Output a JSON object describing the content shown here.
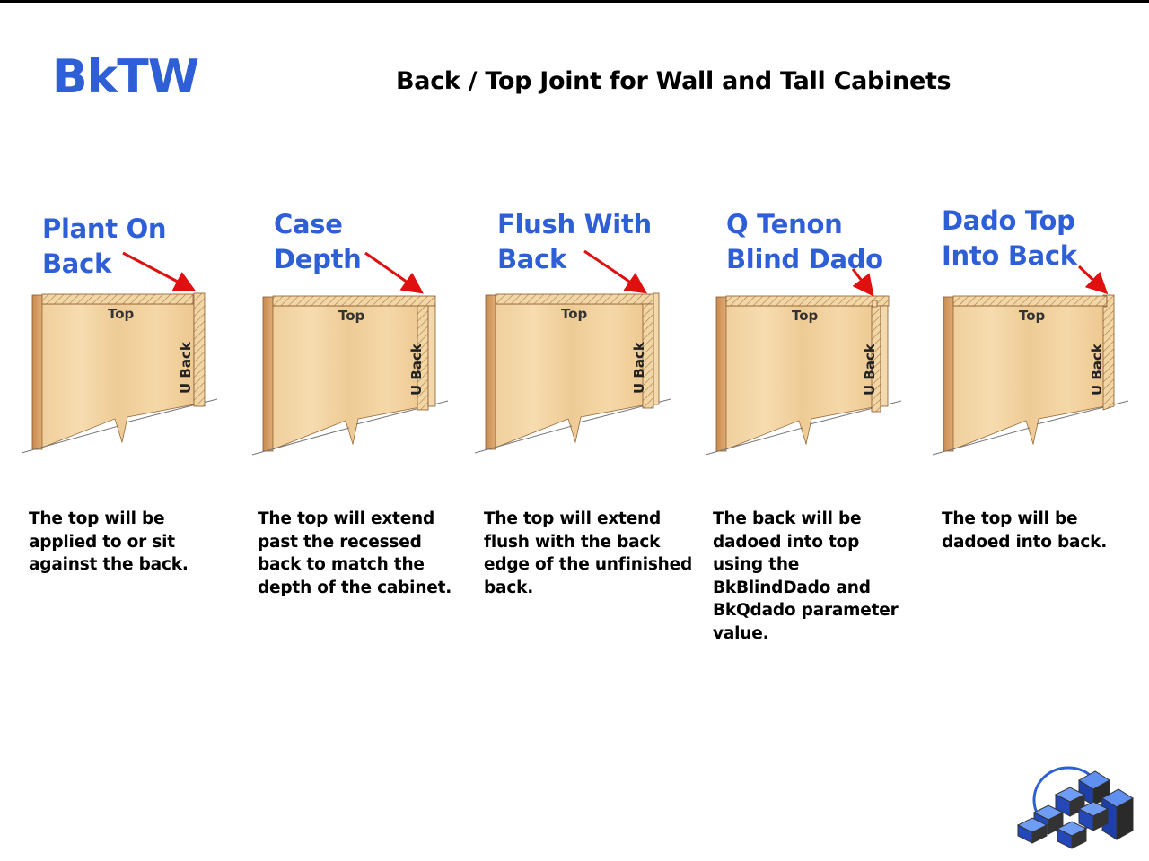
{
  "header": {
    "code": "BkTW",
    "title": "Back / Top Joint for Wall and Tall Cabinets"
  },
  "options": [
    {
      "heading": [
        "Plant On",
        "Back"
      ],
      "top_label": "Top",
      "back_label": "U Back",
      "description": [
        "The top will be",
        "applied to or sit",
        "against the back."
      ]
    },
    {
      "heading": [
        "Case",
        "Depth"
      ],
      "top_label": "Top",
      "back_label": "U Back",
      "description": [
        "The top will extend",
        "past the recessed",
        "back to match the",
        "depth of the cabinet."
      ]
    },
    {
      "heading": [
        "Flush With",
        "Back"
      ],
      "top_label": "Top",
      "back_label": "U Back",
      "description": [
        "The top will extend",
        "flush with the back",
        "edge of the unfinished",
        "back."
      ]
    },
    {
      "heading": [
        "Q Tenon",
        "Blind Dado"
      ],
      "top_label": "Top",
      "back_label": "U Back",
      "description": [
        "The back will be",
        "dadoed into top",
        "using the",
        "BkBlindDado and",
        "BkQdado parameter",
        "value."
      ]
    },
    {
      "heading": [
        "Dado Top",
        "Into Back"
      ],
      "top_label": "Top",
      "back_label": "U Back",
      "description": [
        "The top will be",
        "dadoed into back."
      ]
    }
  ],
  "colors": {
    "accent": "#2f5fd6",
    "arrow": "#e01010",
    "wood": "#efcf9a",
    "wood_edge": "#c98d55"
  },
  "icons": {
    "logo": "blue-cubes-logo"
  }
}
